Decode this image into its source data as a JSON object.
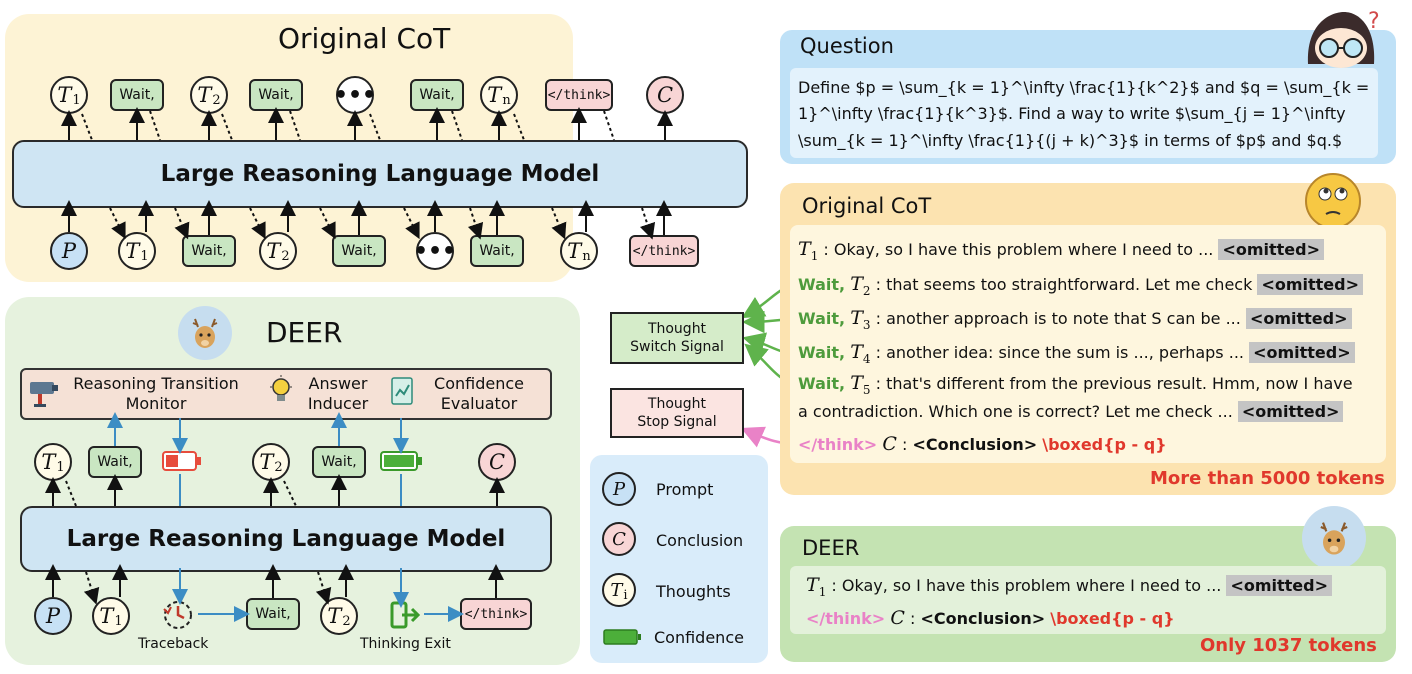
{
  "left_top": {
    "title": "Original CoT",
    "model_label": "Large Reasoning Language Model",
    "wait_label": "Wait,",
    "think_label": "</think>",
    "dots": "•••",
    "prompt_symbol": "P",
    "conclusion_symbol": "C",
    "thought_symbol": "T",
    "sub_1": "1",
    "sub_2": "2",
    "sub_n": "n"
  },
  "left_bottom": {
    "title": "DEER",
    "monitor_line1": "Reasoning Transition",
    "monitor_line2": "Monitor",
    "inducer_line1": "Answer",
    "inducer_line2": "Inducer",
    "evaluator_line1": "Confidence",
    "evaluator_line2": "Evaluator",
    "model_label": "Large Reasoning Language Model",
    "traceback_label": "Traceback",
    "exit_label": "Thinking Exit"
  },
  "signals": {
    "switch_line1": "Thought",
    "switch_line2": "Switch Signal",
    "stop_line1": "Thought",
    "stop_line2": "Stop Signal"
  },
  "legend": {
    "prompt": "Prompt",
    "conclusion": "Conclusion",
    "thoughts": "Thoughts",
    "confidence": "Confidence",
    "sub_i": "i"
  },
  "question": {
    "title": "Question",
    "line1": "Define $p = \\sum_{k = 1}^\\infty \\frac{1}{k^2}$ and $q = \\sum_{k =",
    "line2": "1}^\\infty \\frac{1}{k^3}$. Find a way to write $\\sum_{j = 1}^\\infty",
    "line3": "\\sum_{k = 1}^\\infty \\frac{1}{(j + k)^3}$ in terms of $p$ and $q.$"
  },
  "original_cot": {
    "title": "Original CoT",
    "omitted": "<omitted>",
    "wait_word": "Wait,",
    "t1_text": ": Okay, so I have this problem where I need to ...",
    "t2_text": ": that seems too straightforward. Let me check",
    "t3_text": ": another approach is to note that S can be ...",
    "t4_text": ": another idea: since the sum is ..., perhaps ...",
    "t5_text_1": ": that's different from the previous result. Hmm, now I have",
    "t5_text_2": "a contradiction. Which one is correct? Let me check ...",
    "think_tag": "</think>",
    "conclusion_colon": ":",
    "conclusion_tag": "<Conclusion>",
    "boxed": "\\boxed{p - q}",
    "tokens": "More than 5000 tokens",
    "sub_1": "1",
    "sub_2": "2",
    "sub_3": "3",
    "sub_4": "4",
    "sub_5": "5"
  },
  "deer_box": {
    "title": "DEER",
    "t1_text": ": Okay, so I have this problem where I need to ...",
    "omitted": "<omitted>",
    "think_tag": "</think>",
    "conclusion_tag": "<Conclusion>",
    "boxed": "\\boxed{p - q}",
    "tokens": "Only 1037 tokens"
  },
  "colors": {
    "top_panel": "#fdf3d5",
    "deer_panel": "#e6f2de",
    "question_panel": "#bfe1f7",
    "cot_panel": "#fce3b0",
    "deer_right_panel": "#c4e3b2",
    "legend_panel": "#d9ecfa",
    "wait_green": "#4e9b3c",
    "token_red": "#e0382c",
    "think_pink": "#e982c7"
  }
}
